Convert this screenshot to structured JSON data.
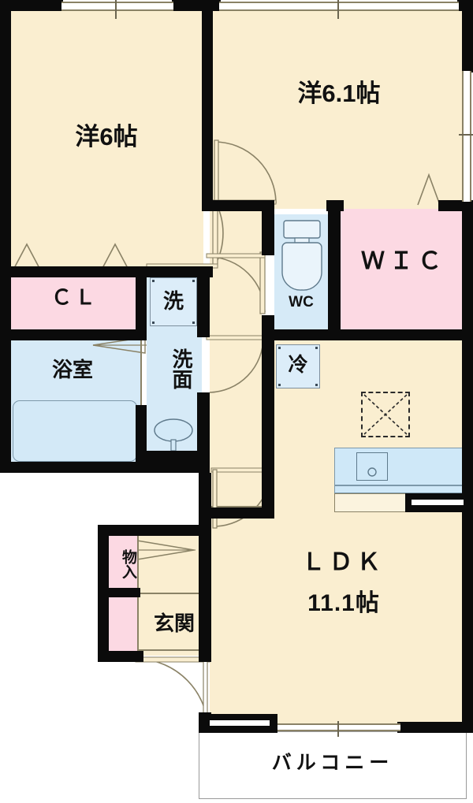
{
  "document": {
    "type": "japanese-floor-plan",
    "title": "間取り図"
  },
  "rooms": [
    {
      "id": "washitsu-left",
      "label": "洋6帖",
      "name_en": "Western room 6 jo"
    },
    {
      "id": "washitsu-right",
      "label": "洋6.1帖",
      "name_en": "Western room 6.1 jo"
    },
    {
      "id": "closet",
      "label": "ＣＬ",
      "name_en": "Closet"
    },
    {
      "id": "bathroom",
      "label": "浴室",
      "name_en": "Bathroom"
    },
    {
      "id": "washbasin",
      "label": "洗面",
      "name_en": "Washbasin"
    },
    {
      "id": "washer",
      "label": "洗",
      "name_en": "Washing machine"
    },
    {
      "id": "toilet",
      "label": "WC",
      "name_en": "Toilet"
    },
    {
      "id": "wic",
      "label": "ＷＩＣ",
      "name_en": "Walk-in closet"
    },
    {
      "id": "fridge",
      "label": "冷",
      "name_en": "Refrigerator space"
    },
    {
      "id": "ldk",
      "label": "ＬＤＫ",
      "label2": "11.1帖",
      "name_en": "Living Dining Kitchen"
    },
    {
      "id": "storage",
      "label": "物入",
      "name_en": "Storage"
    },
    {
      "id": "genkan",
      "label": "玄関",
      "name_en": "Entrance"
    },
    {
      "id": "balcony",
      "label": "バルコニー",
      "name_en": "Balcony"
    }
  ],
  "labels": {
    "room_left_top": "洋6帖",
    "room_right_top": "洋6.1帖",
    "closet": "ＣＬ",
    "bathroom": "浴室",
    "washer": "洗",
    "washbasin": "洗面",
    "wc": "WC",
    "wic": "ＷＩＣ",
    "fridge": "冷",
    "ldk_line1": "ＬＤＫ",
    "ldk_line2": "11.1帖",
    "storage": "物入",
    "genkan": "玄関",
    "balcony": "バルコニー"
  },
  "colors": {
    "wall": "#0b0b0b",
    "floor_tatami": "#faeed0",
    "floor_closet": "#fcd9e3",
    "floor_water": "#d6eaf7",
    "fixture_blue": "#cfe8f8",
    "outline": "#8a8266",
    "background": "#ffffff",
    "text": "#111111"
  },
  "fixtures": [
    {
      "id": "toilet-bowl",
      "name": "toilet-fixture"
    },
    {
      "id": "bathtub",
      "name": "bathtub-fixture"
    },
    {
      "id": "sink-basin",
      "name": "washbasin-fixture"
    },
    {
      "id": "washer-box",
      "name": "washing-machine-slot"
    },
    {
      "id": "fridge-box",
      "name": "refrigerator-slot"
    },
    {
      "id": "kitchen-counter",
      "name": "kitchen-counter-fixture"
    },
    {
      "id": "kitchen-sink",
      "name": "kitchen-sink-fixture"
    },
    {
      "id": "ceiling-hatch",
      "name": "ceiling-access-hatch"
    }
  ],
  "openings": [
    {
      "id": "window-top-left",
      "type": "window"
    },
    {
      "id": "window-top-right",
      "type": "window"
    },
    {
      "id": "window-right",
      "type": "window"
    },
    {
      "id": "door-room-left",
      "type": "hinged-door"
    },
    {
      "id": "door-room-right",
      "type": "hinged-door"
    },
    {
      "id": "door-bath",
      "type": "folding-door"
    },
    {
      "id": "door-washroom",
      "type": "hinged-door"
    },
    {
      "id": "door-wc",
      "type": "hinged-door"
    },
    {
      "id": "door-ldk",
      "type": "hinged-door"
    },
    {
      "id": "door-genkan",
      "type": "hinged-entry-door"
    },
    {
      "id": "closet-doors",
      "type": "folding-closet-doors"
    },
    {
      "id": "wic-door",
      "type": "folding-door"
    },
    {
      "id": "balcony-door",
      "type": "sliding-glass-door"
    }
  ]
}
